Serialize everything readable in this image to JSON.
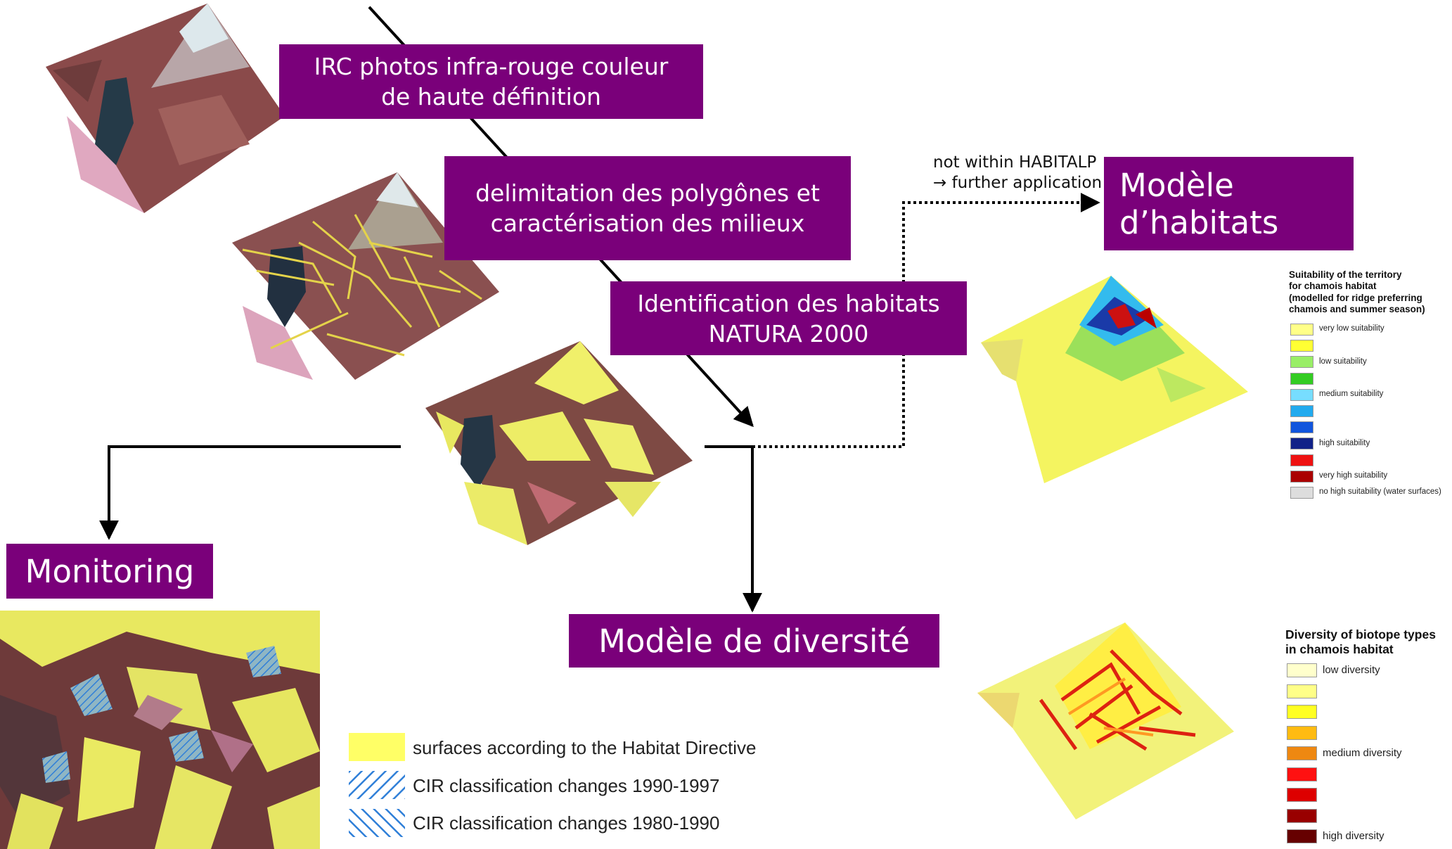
{
  "boxes": {
    "irc": "IRC photos infra-rouge couleur\nde haute définition",
    "delimitation": "delimitation des  polygônes et\ncaractérisation  des milieux",
    "identification": "Identification des habitats\nNATURA 2000",
    "habitats_model": "Modèle\nd’habitats",
    "monitoring": "Monitoring",
    "diversity_model": "Modèle de diversité"
  },
  "note": {
    "line1": "not within HABITALP",
    "line2": "→ further application"
  },
  "legend_monitoring": {
    "items": [
      {
        "label": "surfaces according to the Habitat Directive",
        "color": "#ffff66",
        "pattern": "solid"
      },
      {
        "label": "CIR classification changes 1990-1997",
        "color": "#2f7fd8",
        "pattern": "hatch-forward"
      },
      {
        "label": "CIR classification changes 1980-1990",
        "color": "#2f7fd8",
        "pattern": "hatch-back"
      }
    ]
  },
  "legend_suitability": {
    "title": "Suitability of the territory\nfor chamois habitat\n(modelled for ridge preferring\nchamois and summer season)",
    "items": [
      {
        "label": "very low suitability",
        "color": "#ffff88"
      },
      {
        "label": "",
        "color": "#ffff33"
      },
      {
        "label": "low suitability",
        "color": "#99ee66"
      },
      {
        "label": "",
        "color": "#33cc22"
      },
      {
        "label": "medium suitability",
        "color": "#77ddff"
      },
      {
        "label": "",
        "color": "#22aaee"
      },
      {
        "label": "",
        "color": "#1155dd"
      },
      {
        "label": "high suitability",
        "color": "#112288"
      },
      {
        "label": "",
        "color": "#ee1111"
      },
      {
        "label": "very high suitability",
        "color": "#aa0000"
      },
      {
        "label": "no high suitability (water surfaces)",
        "color": "#dddddd"
      }
    ]
  },
  "legend_diversity": {
    "title": "Diversity of biotope types\nin chamois habitat",
    "items": [
      {
        "label": "low diversity",
        "color": "#ffffcc"
      },
      {
        "label": "",
        "color": "#ffff88"
      },
      {
        "label": "",
        "color": "#ffff22"
      },
      {
        "label": "",
        "color": "#ffbb11"
      },
      {
        "label": "medium diversity",
        "color": "#ee8811"
      },
      {
        "label": "",
        "color": "#ff1111"
      },
      {
        "label": "",
        "color": "#dd0000"
      },
      {
        "label": "",
        "color": "#990000"
      },
      {
        "label": "high diversity",
        "color": "#660000"
      }
    ]
  }
}
